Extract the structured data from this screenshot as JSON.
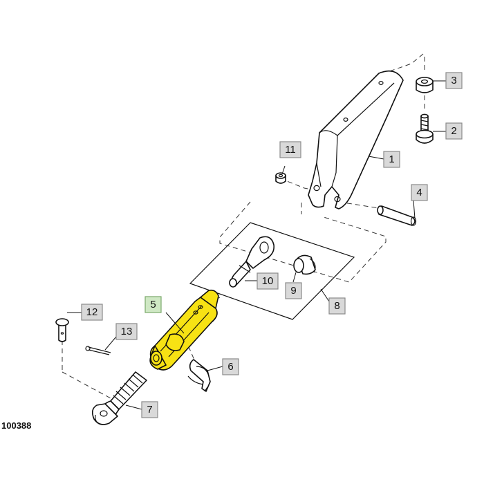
{
  "diagram": {
    "reference_number": "100388",
    "highlight_color": "#f7e214",
    "callouts": [
      {
        "id": "1",
        "label": "1",
        "part": "lift-arm-bracket",
        "highlighted": false
      },
      {
        "id": "2",
        "label": "2",
        "part": "flange-bolt",
        "highlighted": false
      },
      {
        "id": "3",
        "label": "3",
        "part": "nut",
        "highlighted": false
      },
      {
        "id": "4",
        "label": "4",
        "part": "pin",
        "highlighted": false
      },
      {
        "id": "5",
        "label": "5",
        "part": "yoke-rod",
        "highlighted": true
      },
      {
        "id": "6",
        "label": "6",
        "part": "clip",
        "highlighted": false
      },
      {
        "id": "7",
        "label": "7",
        "part": "rod-end",
        "highlighted": false
      },
      {
        "id": "8",
        "label": "8",
        "part": "ball-joint-kit",
        "highlighted": false
      },
      {
        "id": "9",
        "label": "9",
        "part": "ball-bushing",
        "highlighted": false
      },
      {
        "id": "10",
        "label": "10",
        "part": "ball-joint-rod",
        "highlighted": false
      },
      {
        "id": "11",
        "label": "11",
        "part": "small-nut",
        "highlighted": false
      },
      {
        "id": "12",
        "label": "12",
        "part": "clevis-pin",
        "highlighted": false
      },
      {
        "id": "13",
        "label": "13",
        "part": "cotter-pin",
        "highlighted": false
      }
    ]
  }
}
